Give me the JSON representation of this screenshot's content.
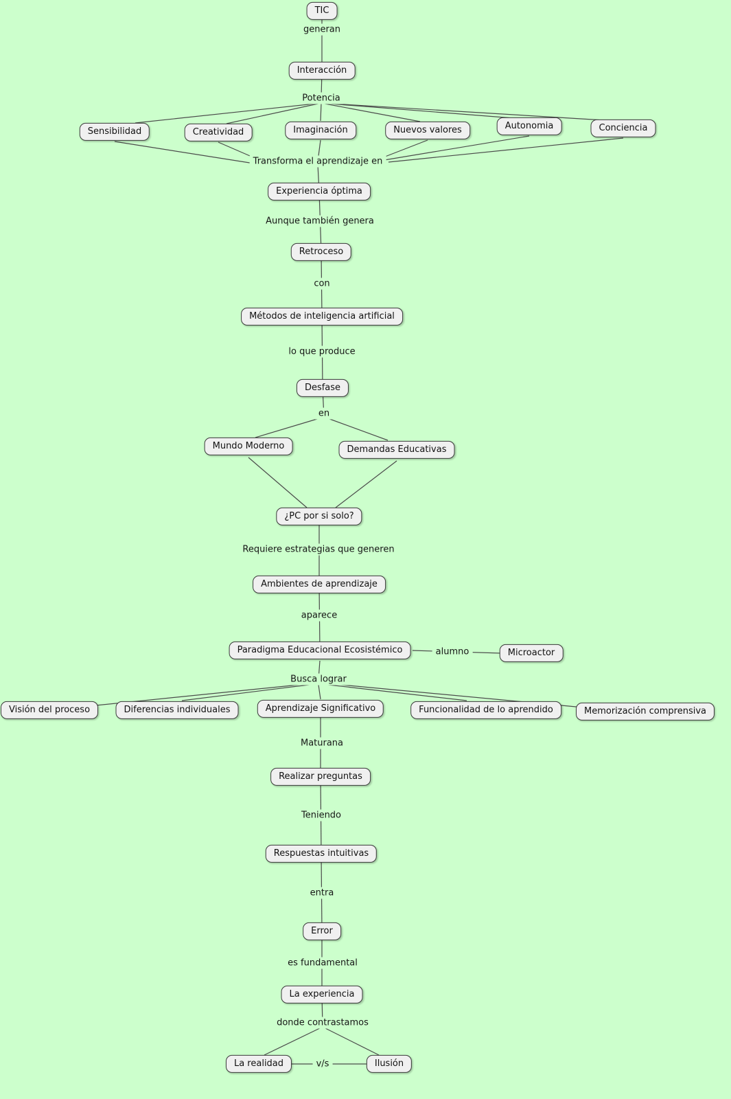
{
  "colors": {
    "background": "#ccffcc",
    "node_fill": "#f0f0f0",
    "node_border": "#3a3a3a",
    "line": "#4a4a4a",
    "text": "#111111"
  },
  "nodes": {
    "tic": "TIC",
    "interaccion": "Interacción",
    "sensibilidad": "Sensibilidad",
    "creatividad": "Creatividad",
    "imaginacion": "Imaginación",
    "nuevos_valores": "Nuevos valores",
    "autonomia": "Autonomia",
    "conciencia": "Conciencia",
    "experiencia_optima": "Experiencia óptima",
    "retroceso": "Retroceso",
    "metodos_ia": "Métodos de inteligencia artificial",
    "desfase": "Desfase",
    "mundo_moderno": "Mundo Moderno",
    "demandas_educativas": "Demandas Educativas",
    "pc_por_si_solo": "¿PC por si solo?",
    "ambientes_aprendizaje": "Ambientes de aprendizaje",
    "paradigma": "Paradigma Educacional Ecosistémico",
    "microactor": "Microactor",
    "vision_proceso": "Visión del proceso",
    "diferencias_individuales": "Diferencias individuales",
    "aprendizaje_significativo": "Aprendizaje Significativo",
    "funcionalidad_aprendido": "Funcionalidad de lo aprendido",
    "memorizacion_comprensiva": "Memorización comprensiva",
    "realizar_preguntas": "Realizar preguntas",
    "respuestas_intuitivas": "Respuestas intuitivas",
    "error": "Error",
    "la_experiencia": "La experiencia",
    "la_realidad": "La realidad",
    "ilusion": "Ilusión"
  },
  "labels": {
    "generan": "generan",
    "potencia": "Potencia",
    "transforma": "Transforma el aprendizaje en",
    "aunque": "Aunque también genera",
    "con": "con",
    "lo_que_produce": "lo que produce",
    "en": "en",
    "requiere": "Requiere estrategias que generen",
    "aparece": "aparece",
    "alumno": "alumno",
    "busca_lograr": "Busca lograr",
    "maturana": "Maturana",
    "teniendo": "Teniendo",
    "entra": "entra",
    "es_fundamental": "es fundamental",
    "donde_contrastamos": "donde contrastamos",
    "vs": "v/s"
  }
}
